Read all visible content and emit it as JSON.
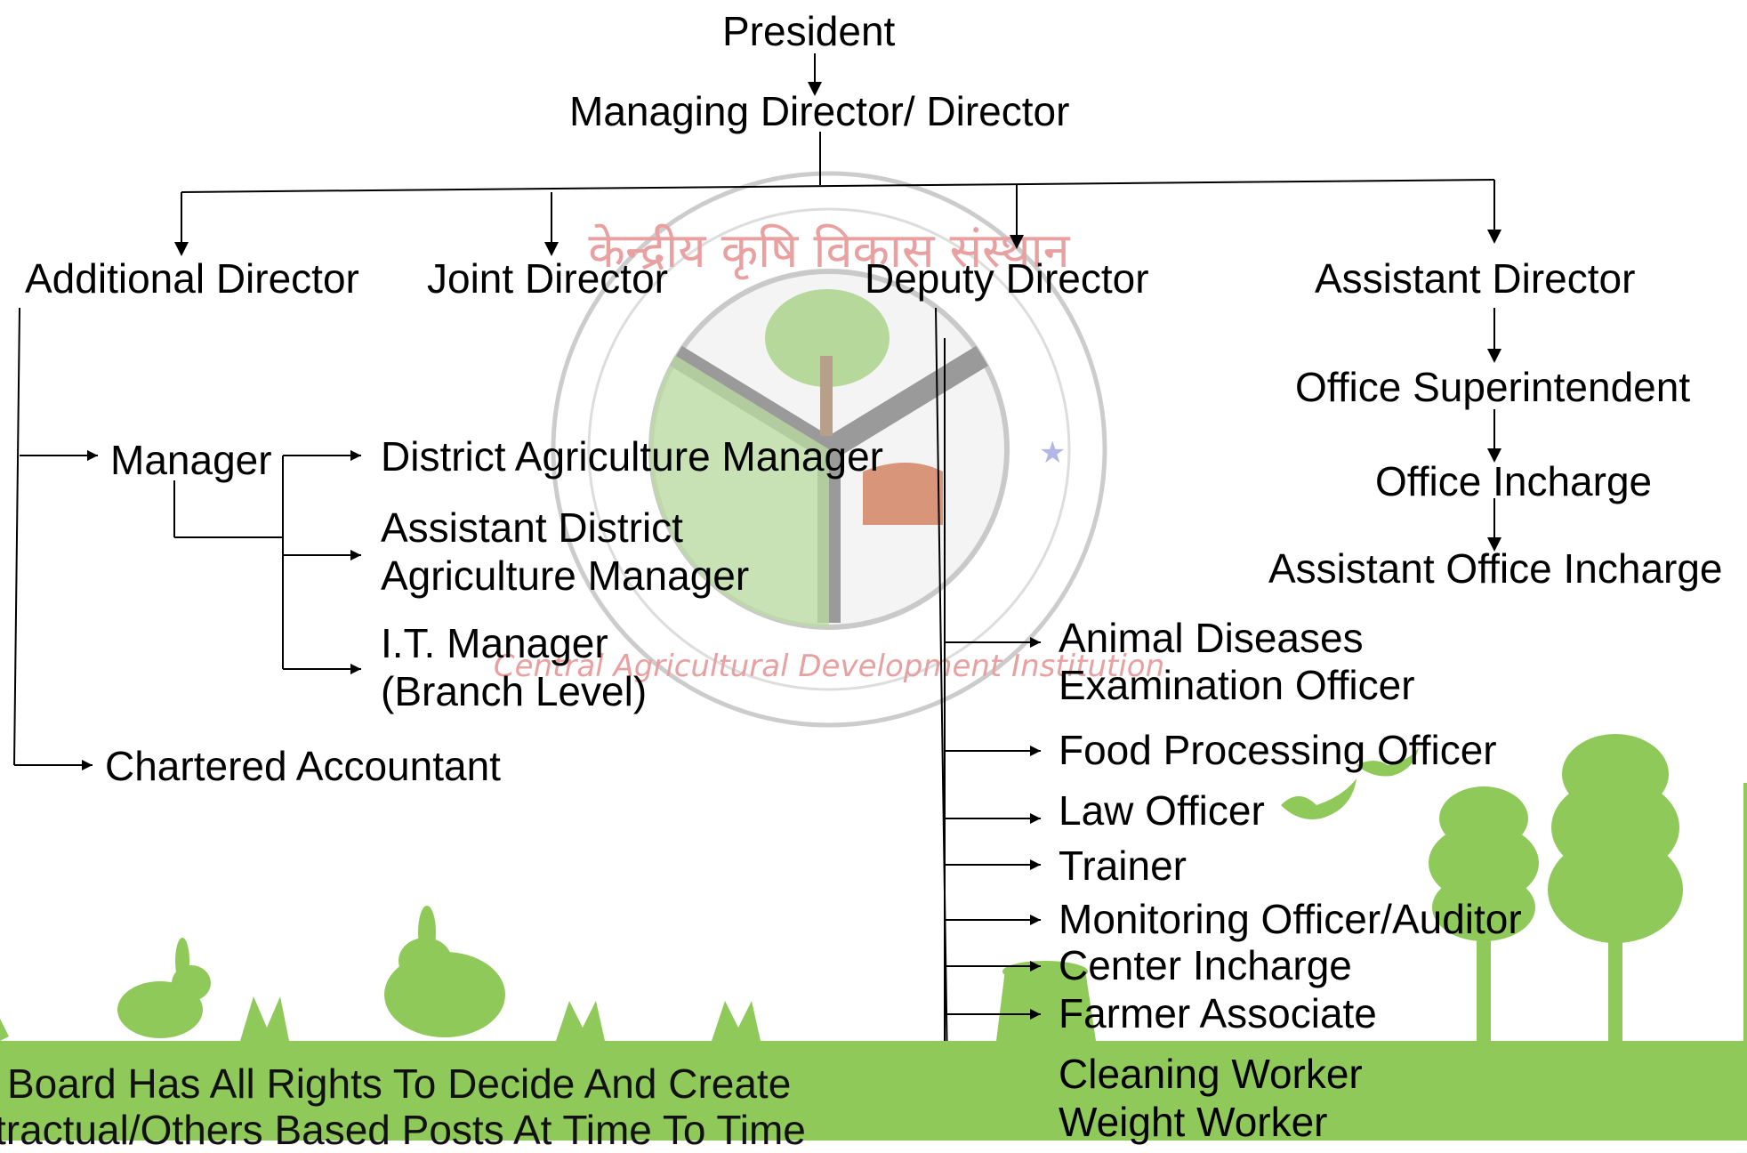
{
  "watermark": {
    "top_text": "केन्द्रीय कृषि विकास संस्थान",
    "bottom_text": "Central Agricultural Development Institution"
  },
  "chart": {
    "top": "President",
    "level2": "Managing Director/ Director",
    "directors": {
      "additional": "Additional Director",
      "joint": "Joint Director",
      "deputy": "Deputy Director",
      "assistant": "Assistant Director"
    },
    "manager": "Manager",
    "manager_roles": {
      "district": "District Agriculture Manager",
      "asst_district_line1": "Assistant District",
      "asst_district_line2": "Agriculture Manager",
      "it_line1": "I.T. Manager",
      "it_line2": "(Branch Level)"
    },
    "chartered_accountant": "Chartered Accountant",
    "assistant_chain": {
      "superintendent": "Office Superintendent",
      "incharge": "Office Incharge",
      "asst_incharge": "Assistant Office Incharge"
    },
    "deputy_roles": {
      "animal_line1": "Animal Diseases",
      "animal_line2": "Examination Officer",
      "food": "Food Processing Officer",
      "law": "Law Officer",
      "trainer": "Trainer",
      "monitoring": "Monitoring Officer/Auditor",
      "center": "Center Incharge",
      "farmer": "Farmer Associate",
      "cleaning": "Cleaning Worker",
      "weight": "Weight Worker"
    }
  },
  "footer_note": {
    "line1": "Board Has All Rights To Decide And Create",
    "line2": "tractual/Others Based Posts At Time To Time"
  },
  "colors": {
    "footer_green": "#8fc95a",
    "silhouette_green": "#8fc95a",
    "seal_gray": "#bbbbbb",
    "seal_red": "#e7a3a3",
    "connector": "#000000"
  }
}
